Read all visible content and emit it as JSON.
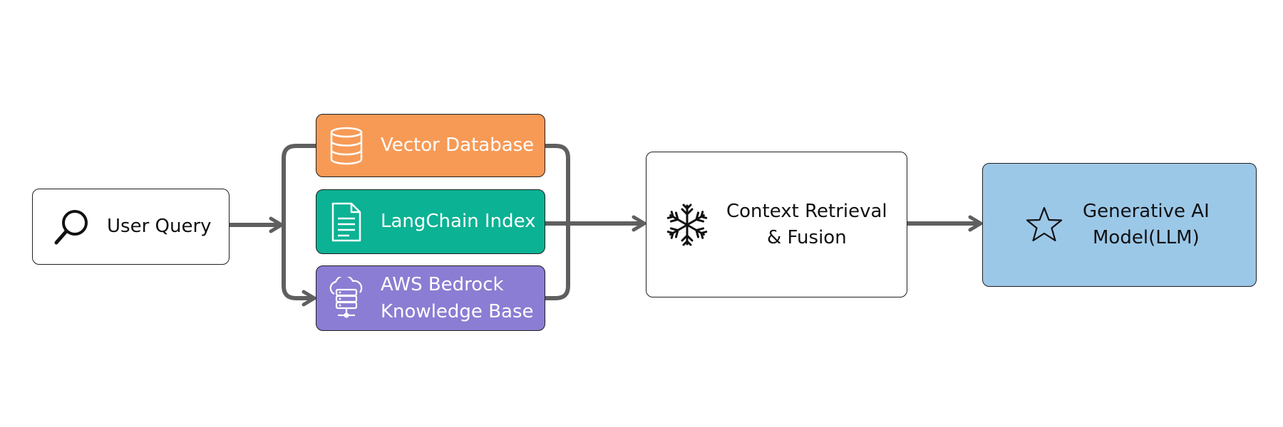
{
  "colors": {
    "connector": "#5f5f5f",
    "vector_database": "#f79a56",
    "langchain_index": "#0bb294",
    "aws_bedrock": "#8a7dd3",
    "llm": "#9cc8e8"
  },
  "nodes": {
    "user_query": {
      "icon": "search-icon",
      "label": "User Query"
    },
    "vector_database": {
      "icon": "database-icon",
      "label": "Vector Database"
    },
    "langchain_index": {
      "icon": "document-icon",
      "label": "LangChain Index"
    },
    "aws_bedrock": {
      "icon": "cloud-server-icon",
      "label_line1": "AWS Bedrock",
      "label_line2": "Knowledge Base"
    },
    "context_fusion": {
      "icon": "snowflake-icon",
      "label_line1": "Context Retrieval",
      "label_line2": "& Fusion"
    },
    "llm": {
      "icon": "star-icon",
      "label_line1": "Generative AI",
      "label_line2": "Model(LLM)"
    }
  },
  "edges": [
    {
      "from": "user_query",
      "to": "vector_database"
    },
    {
      "from": "user_query",
      "to": "aws_bedrock"
    },
    {
      "from": "vector_database",
      "to": "context_fusion"
    },
    {
      "from": "langchain_index",
      "to": "context_fusion"
    },
    {
      "from": "aws_bedrock",
      "to": "context_fusion"
    },
    {
      "from": "context_fusion",
      "to": "llm"
    }
  ]
}
